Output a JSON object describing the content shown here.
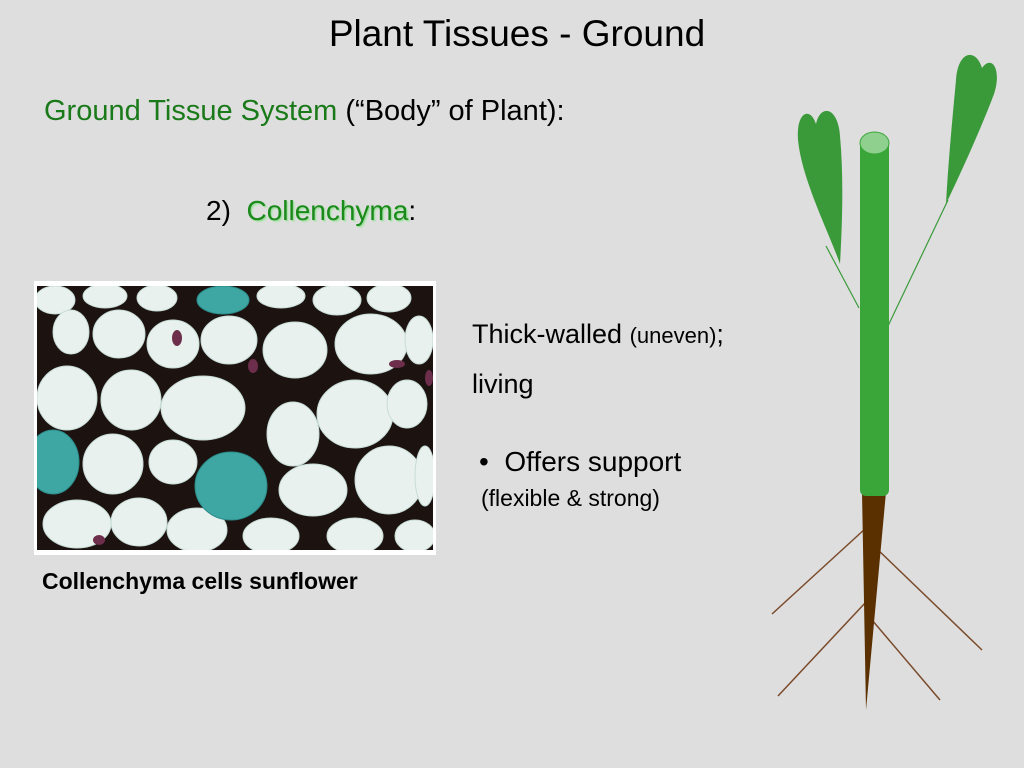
{
  "slide": {
    "title": "Plant Tissues - Ground",
    "subtitle": {
      "highlight": "Ground Tissue System",
      "rest": " (“Body” of Plant):"
    },
    "item": {
      "number": "2)",
      "term": "Collenchyma",
      "colon": ":"
    },
    "image_caption": "Collenchyma cells sunflower",
    "description": {
      "line1_main": "Thick-walled",
      "line1_small": "(uneven)",
      "line1_end": ";",
      "line2": "living"
    },
    "bullet": {
      "marker": "•",
      "text": "Offers support",
      "sub": "(flexible & strong)"
    }
  },
  "colors": {
    "background": "#dedede",
    "accent_green": "#1a7a1a",
    "leaf_green": "#3a9a3a",
    "stem_green": "#3aa63a",
    "root_brown": "#5a3000"
  },
  "icons": [
    "collenchyma-micrograph",
    "plant-diagram-icon"
  ]
}
